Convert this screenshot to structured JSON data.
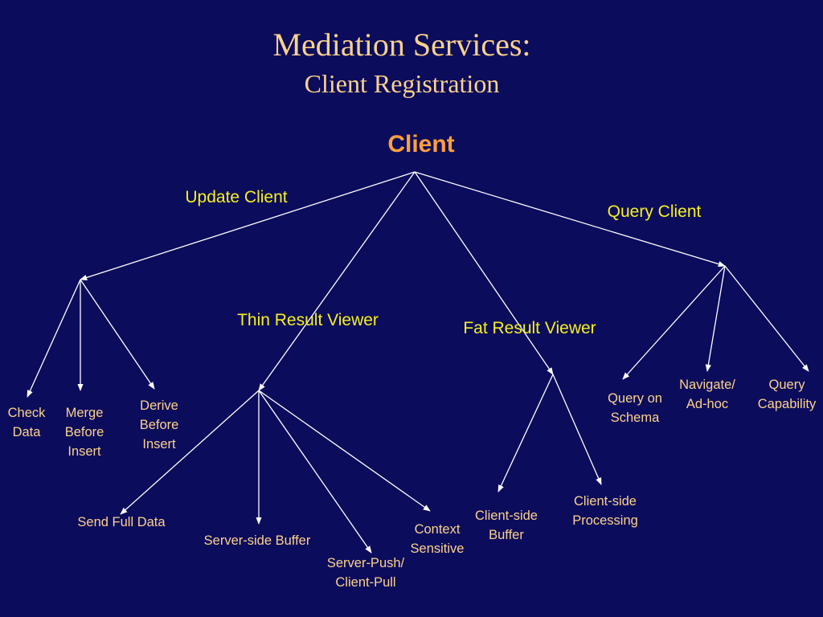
{
  "title": {
    "line1": "Mediation Services:",
    "line2": "Client Registration"
  },
  "tree": {
    "root": "Client",
    "branches": {
      "update": "Update Client",
      "thin": "Thin Result Viewer",
      "fat": "Fat Result Viewer",
      "query": "Query Client"
    },
    "leaves": {
      "check_data": [
        "Check",
        "Data"
      ],
      "merge_before_insert": [
        "Merge",
        "Before",
        "Insert"
      ],
      "derive_before_insert": [
        "Derive",
        "Before",
        "Insert"
      ],
      "send_full_data": [
        "Send Full Data"
      ],
      "server_side_buffer": [
        "Server-side Buffer"
      ],
      "server_push_client_pull": [
        "Server-Push/",
        "Client-Pull"
      ],
      "context_sensitive": [
        "Context",
        "Sensitive"
      ],
      "client_side_buffer": [
        "Client-side",
        "Buffer"
      ],
      "client_side_processing": [
        "Client-side",
        "Processing"
      ],
      "query_on_schema": [
        "Query on",
        "Schema"
      ],
      "navigate_ad_hoc": [
        "Navigate/",
        "Ad-hoc"
      ],
      "query_capability": [
        "Query",
        "Capability"
      ]
    }
  },
  "colors": {
    "background": "#0c0c5c",
    "title": "#fcd28c",
    "root": "#ff9f3c",
    "branch": "#f6f020",
    "leaf": "#fcd28c",
    "edge": "#ffffff"
  }
}
